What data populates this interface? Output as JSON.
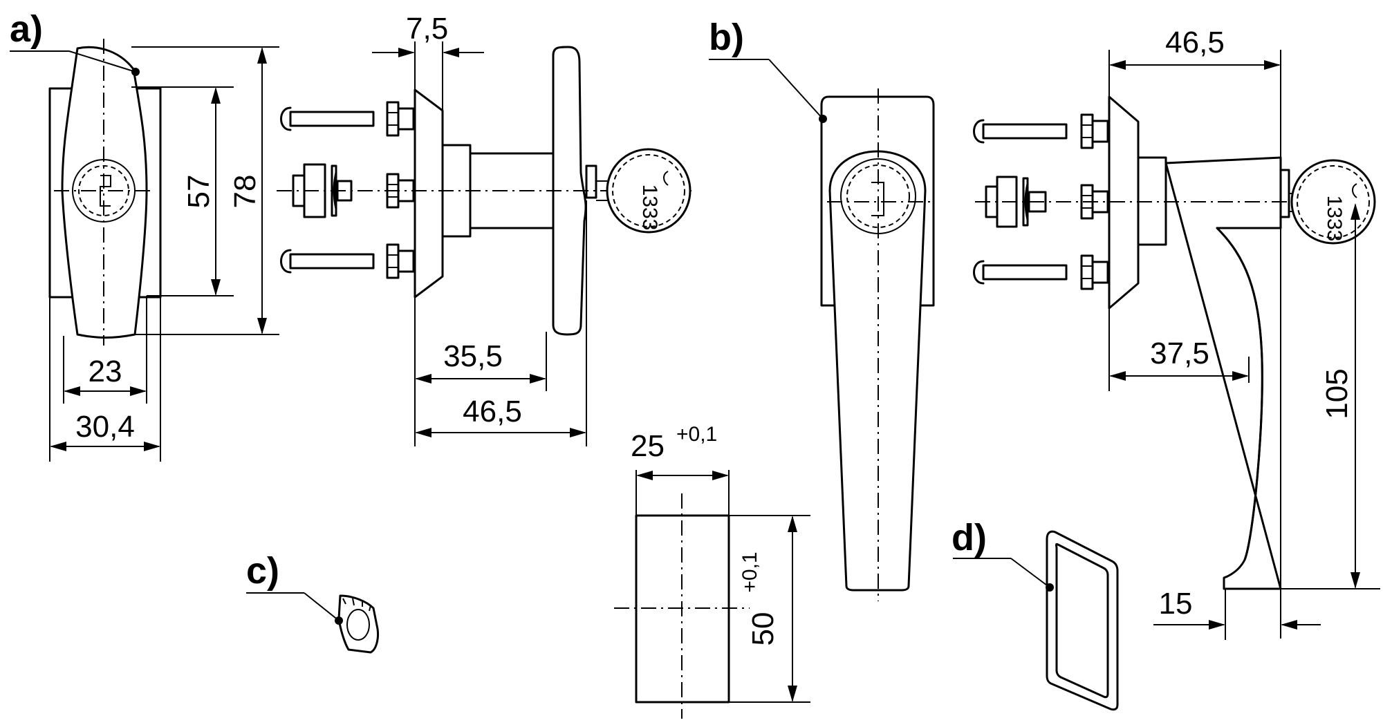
{
  "labels": {
    "a": "a)",
    "b": "b)",
    "c": "c)",
    "d": "d)"
  },
  "dimensions": {
    "a_top_offset": "7,5",
    "a_height_inner": "57",
    "a_height_outer": "78",
    "a_width_inner": "23",
    "a_width_outer": "30,4",
    "a_depth_body": "35,5",
    "a_depth_total": "46,5",
    "b_depth_total": "46,5",
    "b_depth_body": "37,5",
    "b_height": "105",
    "b_tip": "15",
    "cutout_width": "25",
    "cutout_width_tol": "+0,1",
    "cutout_height": "50",
    "cutout_height_tol": "+0,1"
  },
  "key": {
    "a_number": "1333",
    "b_number": "1333"
  }
}
